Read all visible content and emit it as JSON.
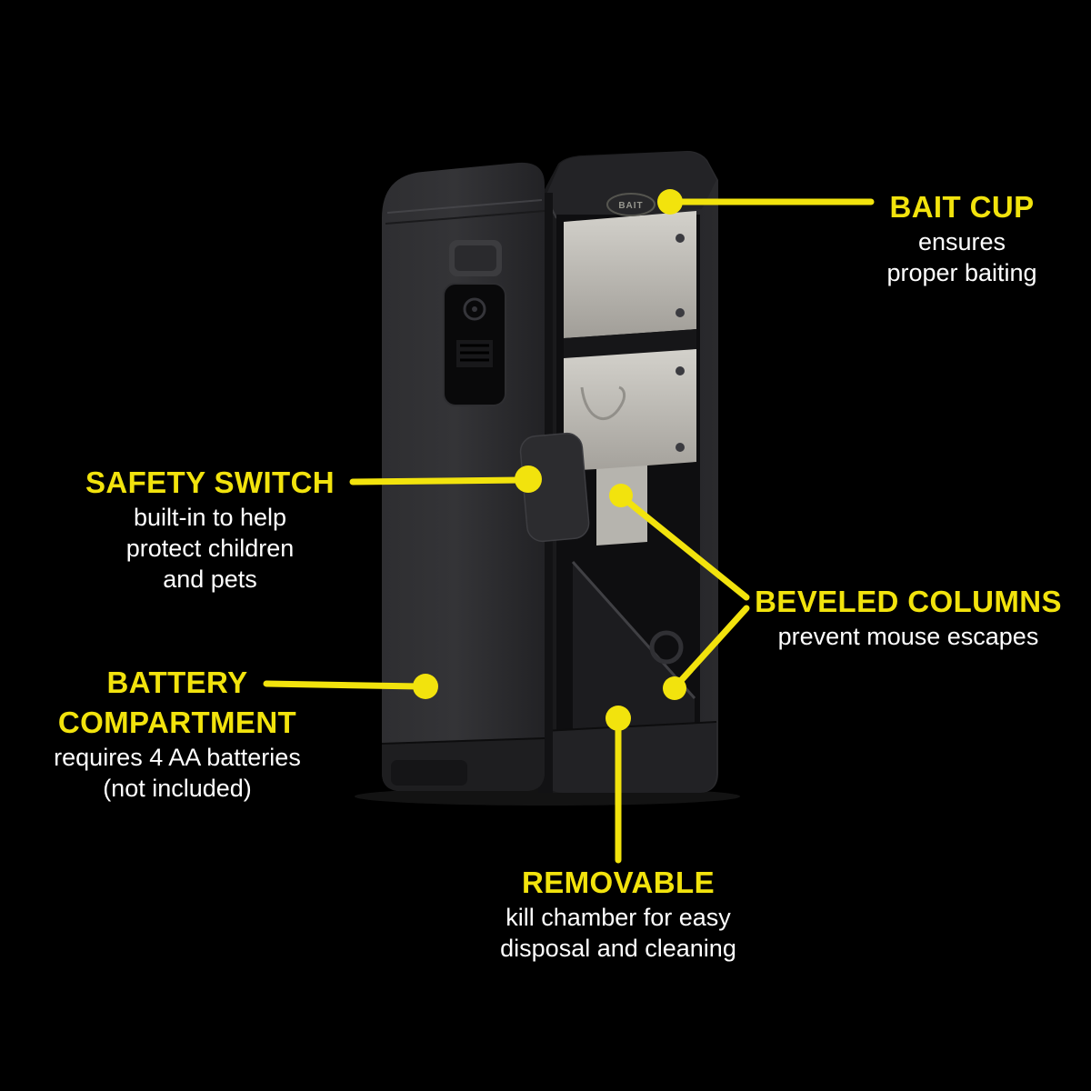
{
  "colors": {
    "background": "#000000",
    "accent_yellow": "#f2e30d",
    "text_white": "#ffffff"
  },
  "product": {
    "bait_label": "BAIT"
  },
  "callouts": {
    "bait_cup": {
      "title": "BAIT CUP",
      "desc": [
        "ensures",
        "proper baiting"
      ]
    },
    "safety_switch": {
      "title": "SAFETY SWITCH",
      "desc": [
        "built-in to help",
        "protect children",
        "and pets"
      ]
    },
    "battery_compartment": {
      "title_lines": [
        "BATTERY",
        "COMPARTMENT"
      ],
      "desc": [
        "requires 4 AA batteries",
        "(not included)"
      ]
    },
    "beveled_columns": {
      "title": "BEVELED COLUMNS",
      "desc": [
        "prevent mouse escapes"
      ]
    },
    "removable": {
      "title": "REMOVABLE",
      "desc": [
        "kill chamber for easy",
        "disposal and cleaning"
      ]
    }
  }
}
